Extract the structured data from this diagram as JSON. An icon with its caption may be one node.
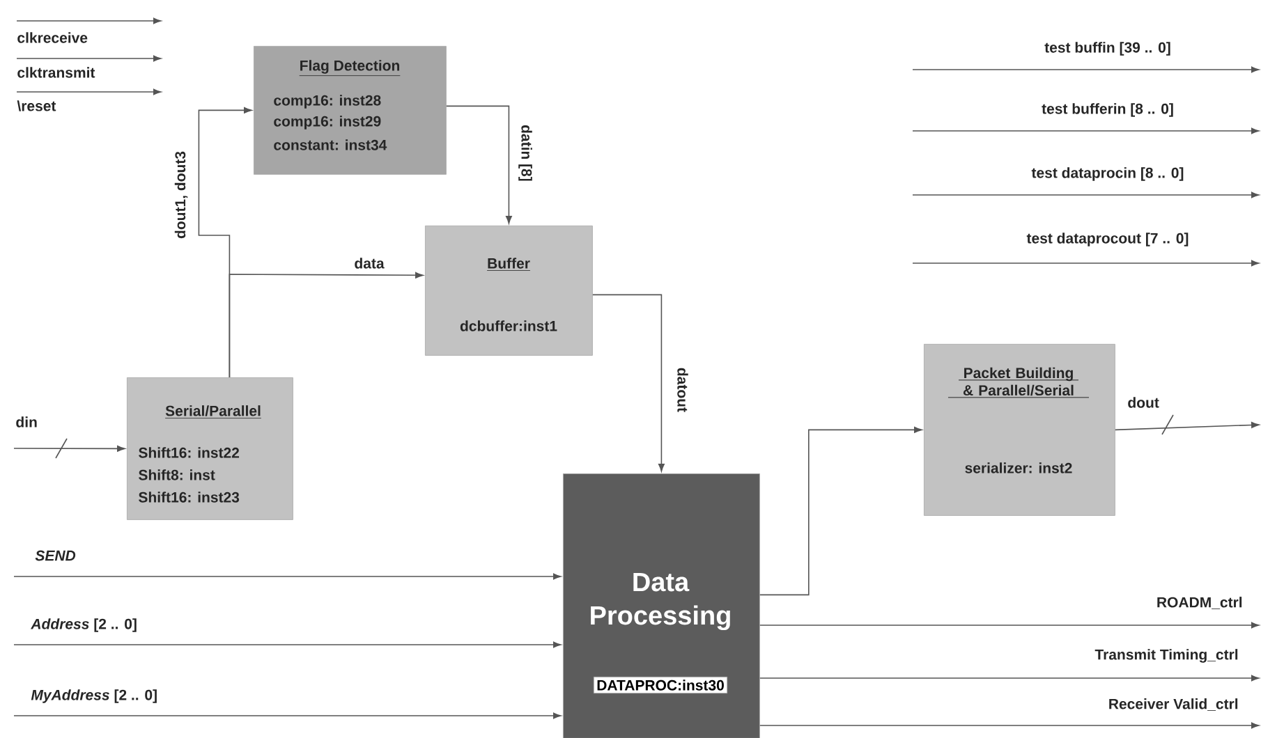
{
  "diagram": {
    "nodes": [
      {
        "text": [
          "Flag Detection",
          "comp16: inst28",
          "comp16: inst29",
          "constant: inst34"
        ]
      },
      {
        "text": [
          "Buffer",
          "dcbuffer:inst1"
        ]
      },
      {
        "text": [
          "Serial/Parallel",
          "Shift16: inst22",
          "Shift8: inst",
          "Shift16: inst23"
        ]
      },
      {
        "text": [
          "Data Processing",
          "DATAPROC:inst30"
        ]
      },
      {
        "text": [
          "Packet Building & Parallel/Serial",
          "serializer: inst2"
        ]
      }
    ],
    "edges": [
      {
        "from": 2,
        "to": 0,
        "arrow": "to",
        "label": "dout1, dout3"
      },
      {
        "from": 2,
        "to": 1,
        "arrow": "to",
        "label": "data"
      },
      {
        "from": 0,
        "to": 1,
        "arrow": "to",
        "label": "datin [8]"
      },
      {
        "from": 1,
        "to": 3,
        "arrow": "to",
        "label": "datout"
      },
      {
        "from": 3,
        "to": 4,
        "arrow": "to"
      },
      {
        "from": null,
        "to": 2,
        "arrow": "to",
        "label": "din"
      },
      {
        "from": null,
        "to": 3,
        "arrow": "to",
        "label": "SEND"
      },
      {
        "from": null,
        "to": 3,
        "arrow": "to",
        "label": "*Address* [2 .. 0]"
      },
      {
        "from": null,
        "to": 3,
        "arrow": "to",
        "label": "*MyAddress* [2 .. 0]"
      },
      {
        "from": 3,
        "to": null,
        "arrow": "to",
        "label": "ROADM_ctrl"
      },
      {
        "from": 3,
        "to": null,
        "arrow": "to",
        "label": "Transmit Timing_ctrl"
      },
      {
        "from": 3,
        "to": null,
        "arrow": "to",
        "label": "Receiver Valid_ctrl"
      },
      {
        "from": 4,
        "to": null,
        "arrow": "to",
        "label": "dout"
      }
    ],
    "labels": [
      "clkreceive",
      "clktransmit",
      "\\reset",
      "test buffin [39 .. 0]",
      "test bufferin [8 .. 0]",
      "test dataprocin [8 .. 0]",
      "test dataprocout [7 .. 0]"
    ]
  }
}
